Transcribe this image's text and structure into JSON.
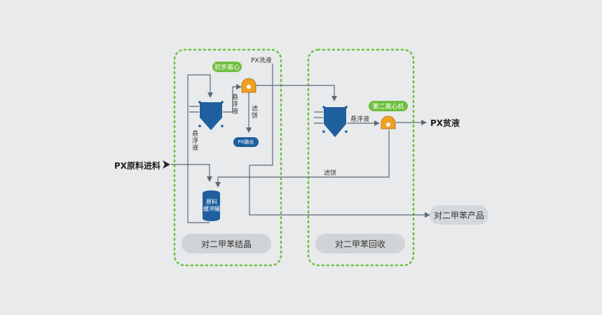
{
  "labels": {
    "feed": "PX原料进料",
    "initial_centrifuge": "初步离心",
    "px_wash": "PX洗液",
    "suspension_1": "悬浮液",
    "suspension_2": "悬浮液",
    "suspension_3": "悬浮液",
    "filter_cake_1": "滤饼",
    "filter_cake_2": "滤饼",
    "px_melt": "PX融化",
    "raw_buffer_tank": "原料\n缓冲罐",
    "second_centrifuge": "第二离心机",
    "px_lean": "PX贫液",
    "product": "对二甲苯产品",
    "section_crystallization": "对二甲苯结晶",
    "section_recovery": "对二甲苯回收"
  },
  "colors": {
    "dash_border": "#6cc23a",
    "line": "#5b6b7a",
    "vessel": "#1f5f9e",
    "centrifuge": "#f0a020",
    "green_pill": "#6fbf3f"
  }
}
